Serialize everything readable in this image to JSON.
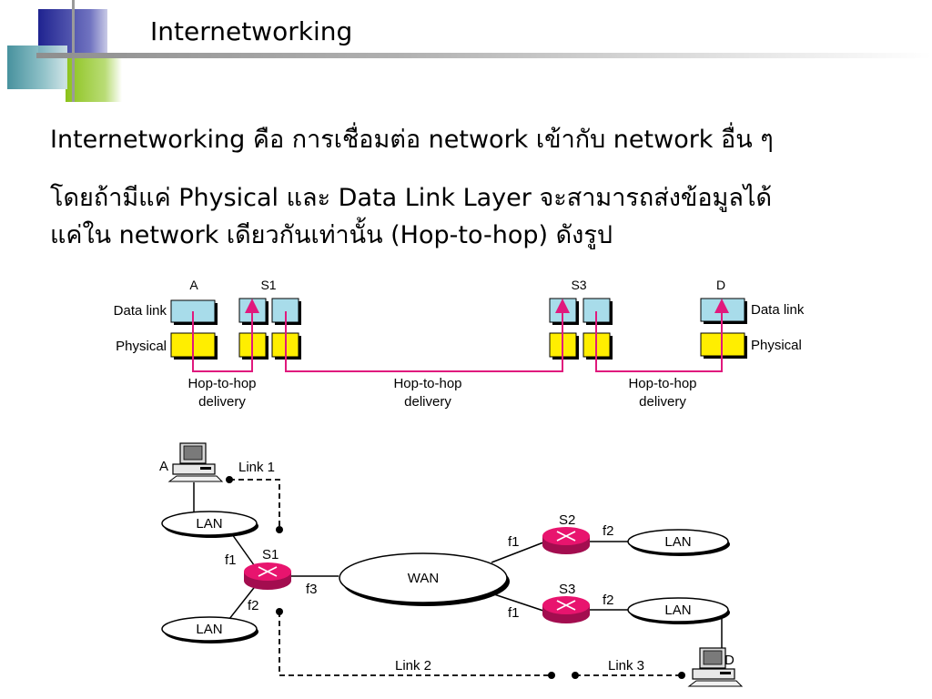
{
  "slide": {
    "title": "Internetworking",
    "body_line1": "Internetworking คือ การเชื่อมต่อ network เข้ากับ network อื่น ๆ",
    "body_line2": "โดยถ้ามีแค่ Physical และ Data Link Layer จะสามารถส่งข้อมูลได้",
    "body_line3": "แค่ใน network เดียวกันเท่านั้น (Hop-to-hop) ดังรูป"
  },
  "layer_diagram": {
    "nodes": [
      "A",
      "S1",
      "S3",
      "D"
    ],
    "left_labels": [
      "Data link",
      "Physical"
    ],
    "right_labels": [
      "Data link",
      "Physical"
    ],
    "hops": [
      {
        "line1": "Hop-to-hop",
        "line2": "delivery"
      },
      {
        "line1": "Hop-to-hop",
        "line2": "delivery"
      },
      {
        "line1": "Hop-to-hop",
        "line2": "delivery"
      }
    ]
  },
  "network_diagram": {
    "host_a": "A",
    "host_d": "D",
    "lan1": "LAN",
    "lan2": "LAN",
    "lan3": "LAN",
    "lan4": "LAN",
    "wan": "WAN",
    "s1": "S1",
    "s2": "S2",
    "s3": "S3",
    "s1_f1": "f1",
    "s1_f2": "f2",
    "s1_f3": "f3",
    "s2_f1": "f1",
    "s2_f2": "f2",
    "s3_f1": "f1",
    "s3_f2": "f2",
    "link1": "Link 1",
    "link2": "Link 2",
    "link3": "Link 3"
  },
  "colors": {
    "data_link_box": "#a8dcea",
    "physical_box": "#ffee00",
    "hop_path": "#e0197d",
    "router": "#e8146e",
    "deco_blue": "#2b2f9e",
    "deco_green": "#8bc21a",
    "deco_teal": "#5f9ea8"
  },
  "icons": [
    "computer-icon",
    "router-icon"
  ]
}
